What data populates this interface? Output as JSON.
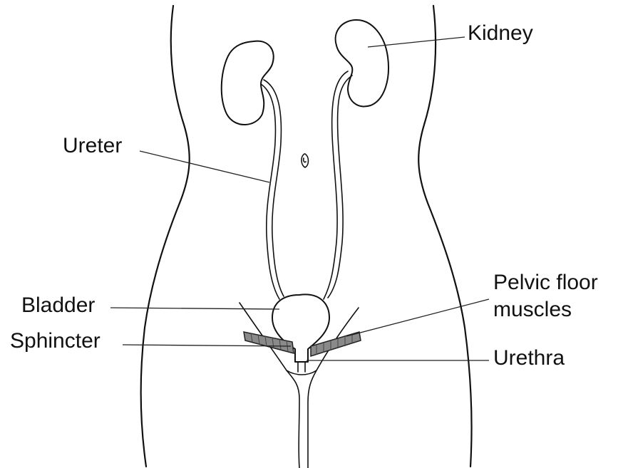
{
  "labels": {
    "kidney": "Kidney",
    "ureter": "Ureter",
    "bladder": "Bladder",
    "sphincter": "Sphincter",
    "pelvic_floor_line1": "Pelvic floor",
    "pelvic_floor_line2": "muscles",
    "urethra": "Urethra"
  },
  "colors": {
    "line": "#111111",
    "muscle_fill": "#8a8a8a",
    "background": "#ffffff"
  }
}
